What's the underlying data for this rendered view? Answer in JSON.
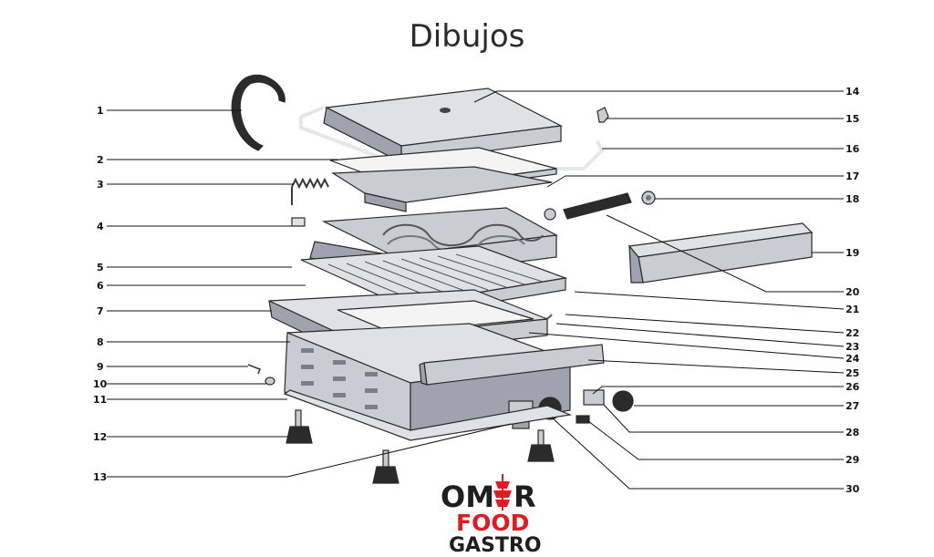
{
  "title": "Dibujos",
  "callouts": {
    "c1": "1",
    "c2": "2",
    "c3": "3",
    "c4": "4",
    "c5": "5",
    "c6": "6",
    "c7": "7",
    "c8": "8",
    "c9": "9",
    "c10": "10",
    "c11": "11",
    "c12": "12",
    "c13": "13",
    "c14": "14",
    "c15": "15",
    "c16": "16",
    "c17": "17",
    "c18": "18",
    "c19": "19",
    "c20": "20",
    "c21": "21",
    "c22": "22",
    "c23": "23",
    "c24": "24",
    "c25": "25",
    "c26": "26",
    "c27": "27",
    "c28": "28",
    "c29": "29",
    "c30": "30"
  },
  "logo": {
    "line1": "OM",
    "line1b": "R",
    "line2": "FOOD",
    "line3": "GASTRO",
    "colors": {
      "dark": "#1f1f1f",
      "accent": "#e11b22"
    }
  }
}
